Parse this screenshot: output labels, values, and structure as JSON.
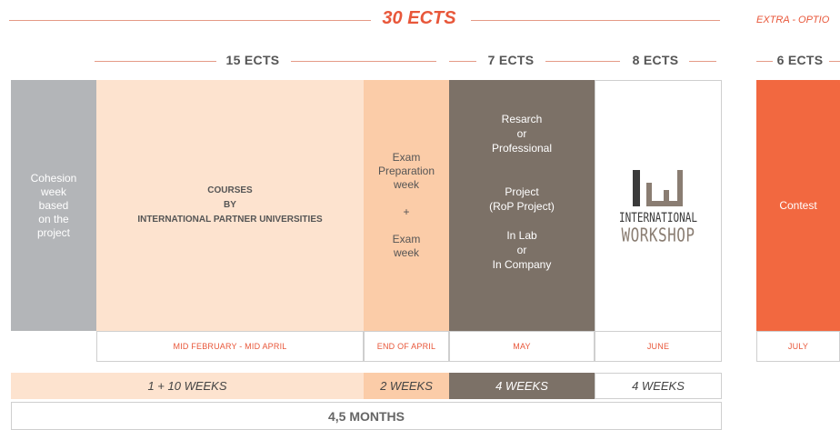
{
  "headers": {
    "main_ects": "30 ECTS",
    "extra_label": "EXTRA - OPTIO",
    "sub": [
      {
        "label": "15 ECTS"
      },
      {
        "label": "7 ECTS"
      },
      {
        "label": "8 ECTS"
      },
      {
        "label": "6 ECTS"
      }
    ]
  },
  "blocks": {
    "cohesion": "Cohesion\nweek\nbased\non the\nproject",
    "courses": "COURSES\nBY\nINTERNATIONAL PARTNER UNIVERSITIES",
    "exam": "Exam\nPreparation\nweek\n\n+\n\nExam\nweek",
    "research": "Resarch\nor\nProfessional\n\n\nProject\n(RoP Project)\n\nIn Lab\nor\nIn Company",
    "workshop_logo_line1": "INTERNATIONAL",
    "workshop_logo_line2": "WORKSHOP",
    "contest": "Contest"
  },
  "dates": {
    "feb_apr": "MID FEBRUARY - MID APRIL",
    "end_april": "END OF APRIL",
    "may": "MAY",
    "june": "JUNE",
    "july": "JULY"
  },
  "weeks": {
    "w1": "1 + 10 WEEKS",
    "w2": "2 WEEKS",
    "w3": "4 WEEKS",
    "w4": "4 WEEKS"
  },
  "total": "4,5 MONTHS",
  "colors": {
    "accent": "#e8573a",
    "gray_block": "#b3b5b8",
    "peach_light": "#fde3cf",
    "peach": "#fbcca8",
    "brown": "#7c7167",
    "contest": "#f26840"
  }
}
